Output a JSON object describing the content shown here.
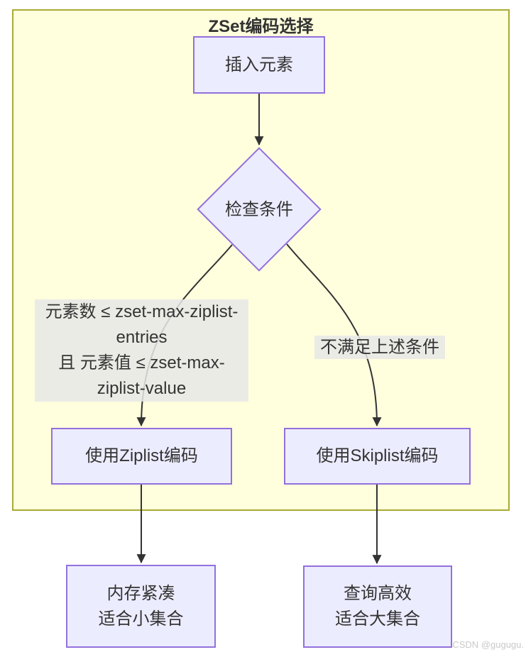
{
  "diagram": {
    "title": "ZSet编码选择",
    "nodes": {
      "insert": {
        "label": "插入元素"
      },
      "condition": {
        "label": "检查条件"
      },
      "ziplist": {
        "label": "使用Ziplist编码"
      },
      "skiplist": {
        "label": "使用Skiplist编码"
      },
      "memory": {
        "lines": [
          "内存紧凑",
          "适合小集合"
        ]
      },
      "query": {
        "lines": [
          "查询高效",
          "适合大集合"
        ]
      }
    },
    "edge_labels": {
      "ziplist_condition": {
        "lines": [
          "元素数 ≤ zset-max-ziplist-",
          "entries",
          "且 元素值 ≤ zset-max-",
          "ziplist-value"
        ]
      },
      "skiplist_condition": {
        "text": "不满足上述条件"
      }
    },
    "colors": {
      "node_fill": "#ECECFF",
      "node_border": "#9370DB",
      "container_fill": "#FFFFDE",
      "container_border": "#AAAA33",
      "edge_color": "#333333",
      "edge_label_bg": "#E8E8E8",
      "text_color": "#333333",
      "watermark_color": "#C9C9C9"
    },
    "watermark": "CSDN @gugugu."
  }
}
